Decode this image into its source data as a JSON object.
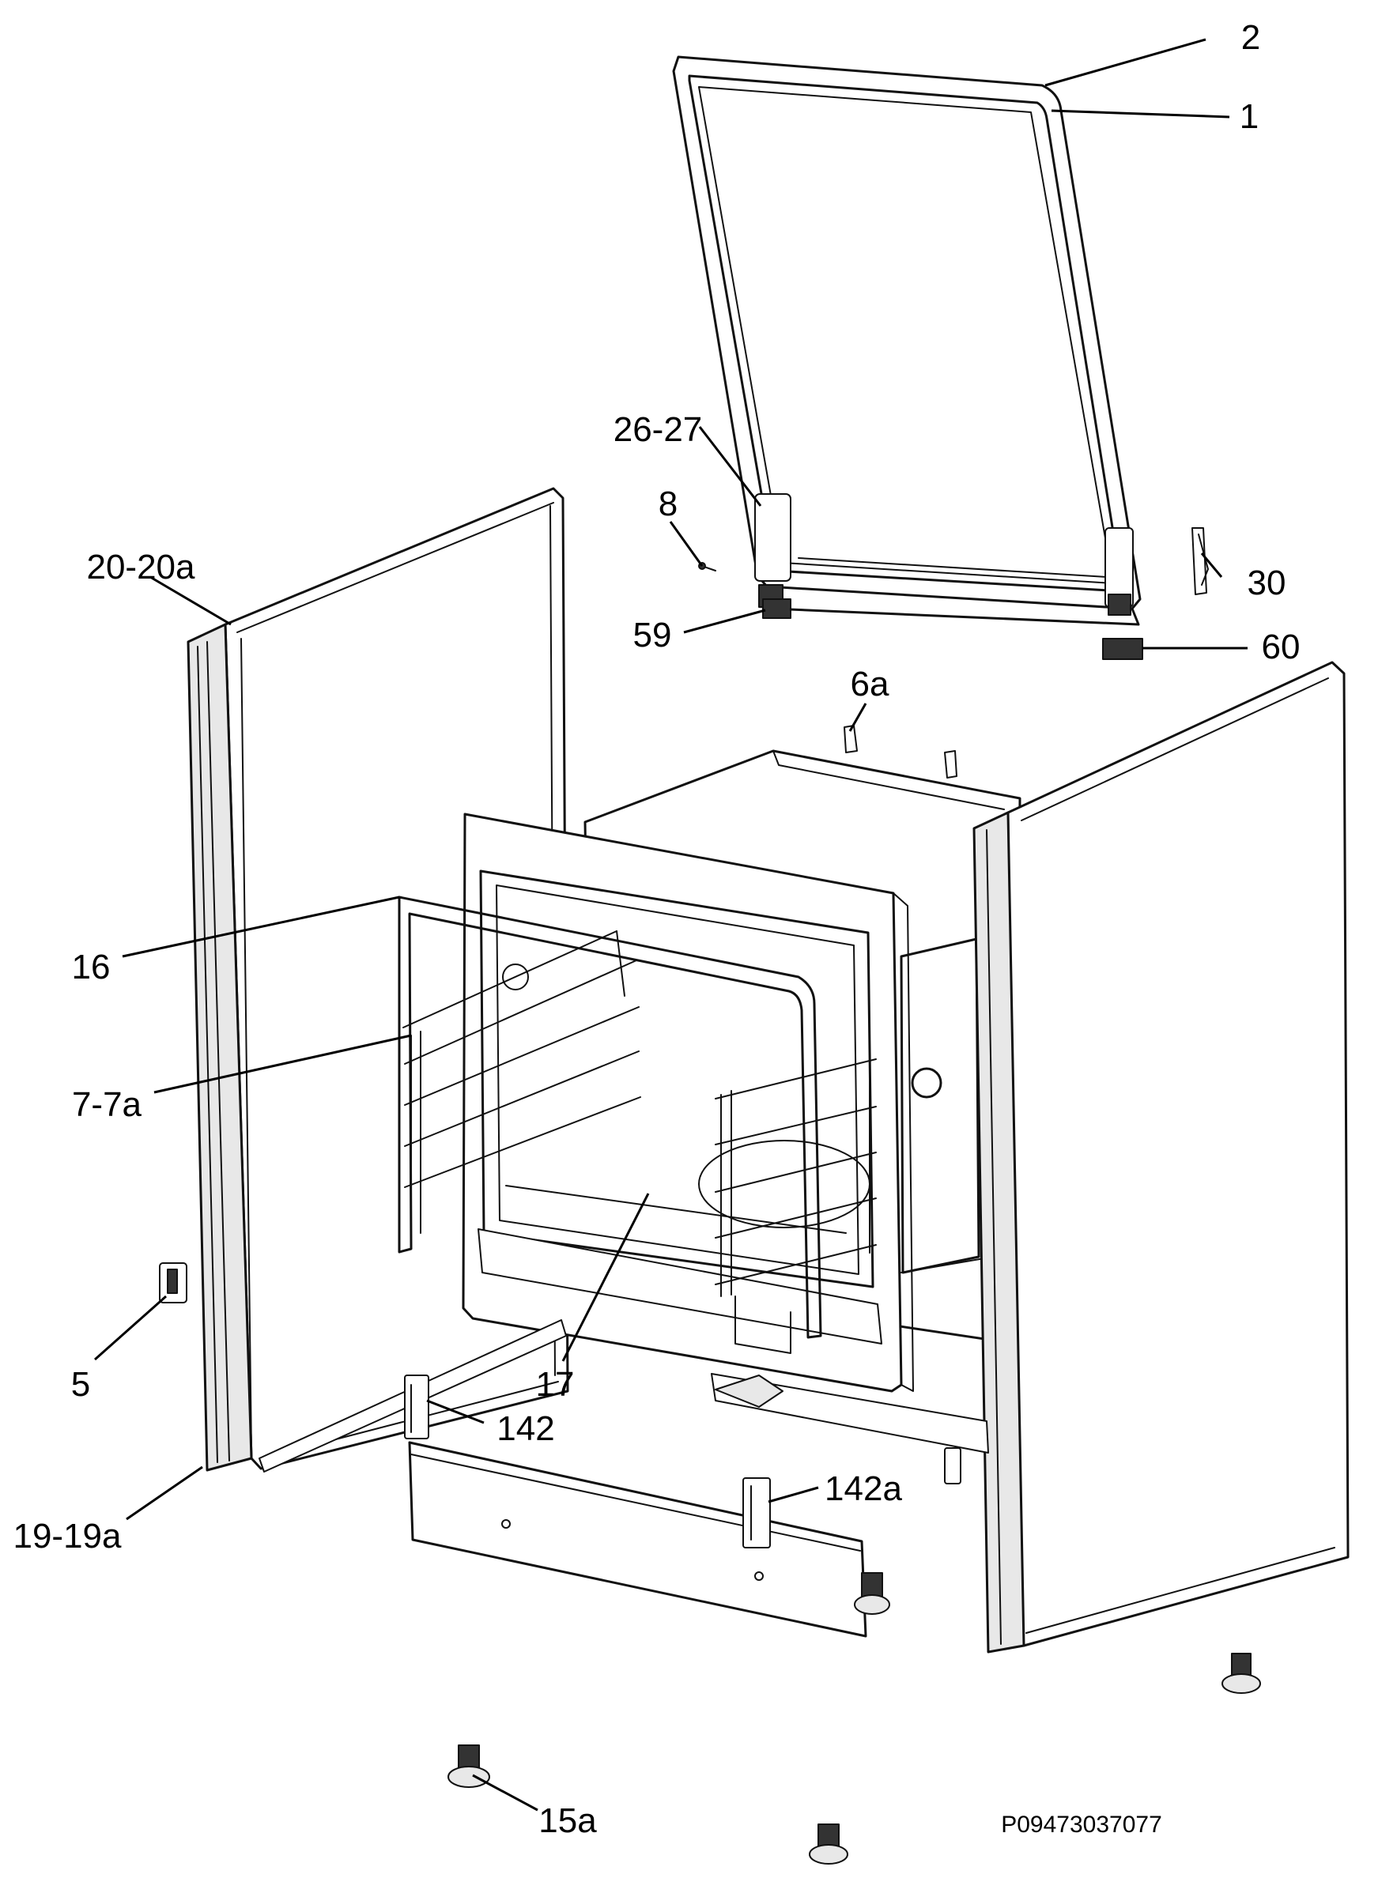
{
  "labels": {
    "l1": "1",
    "l2": "2",
    "l5": "5",
    "l6a": "6a",
    "l7": "7-7a",
    "l8": "8",
    "l15a": "15a",
    "l16": "16",
    "l17": "17",
    "l19": "19-19a",
    "l20": "20-20a",
    "l26": "26-27",
    "l30": "30",
    "l59": "59",
    "l60": "60",
    "l142": "142",
    "l142a": "142a"
  },
  "drawing_code": "P09473037077"
}
